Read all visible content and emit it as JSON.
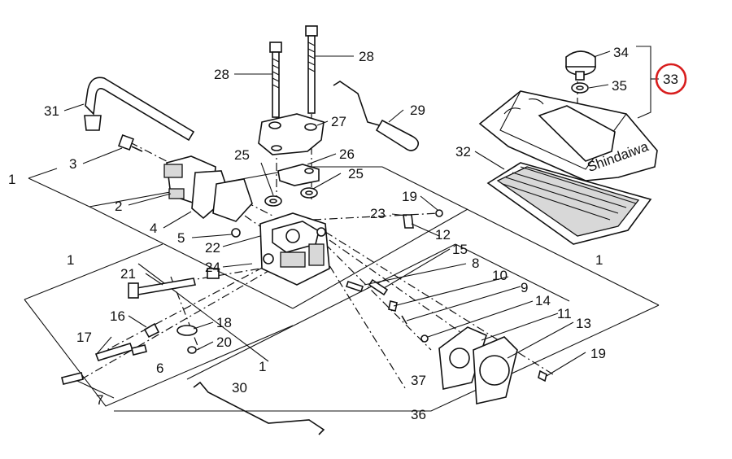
{
  "diagram": {
    "labels": {
      "l1a": "1",
      "l1b": "1",
      "l1c": "1",
      "l1d": "1",
      "l2": "2",
      "l3": "3",
      "l4": "4",
      "l5": "5",
      "l6": "6",
      "l7": "7",
      "l8": "8",
      "l9": "9",
      "l10": "10",
      "l11": "11",
      "l12": "12",
      "l13": "13",
      "l14": "14",
      "l15": "15",
      "l16": "16",
      "l17": "17",
      "l18": "18",
      "l19a": "19",
      "l19b": "19",
      "l20": "20",
      "l21": "21",
      "l22": "22",
      "l23": "23",
      "l24": "24",
      "l25a": "25",
      "l25b": "25",
      "l26": "26",
      "l27": "27",
      "l28a": "28",
      "l28b": "28",
      "l29": "29",
      "l30": "30",
      "l31": "31",
      "l32": "32",
      "l33": "33",
      "l34": "34",
      "l35": "35",
      "l36": "36",
      "l37": "37"
    },
    "highlighted_part": "33",
    "highlight_color": "#d81e1e",
    "cover_marking": "Shindaiwa"
  }
}
